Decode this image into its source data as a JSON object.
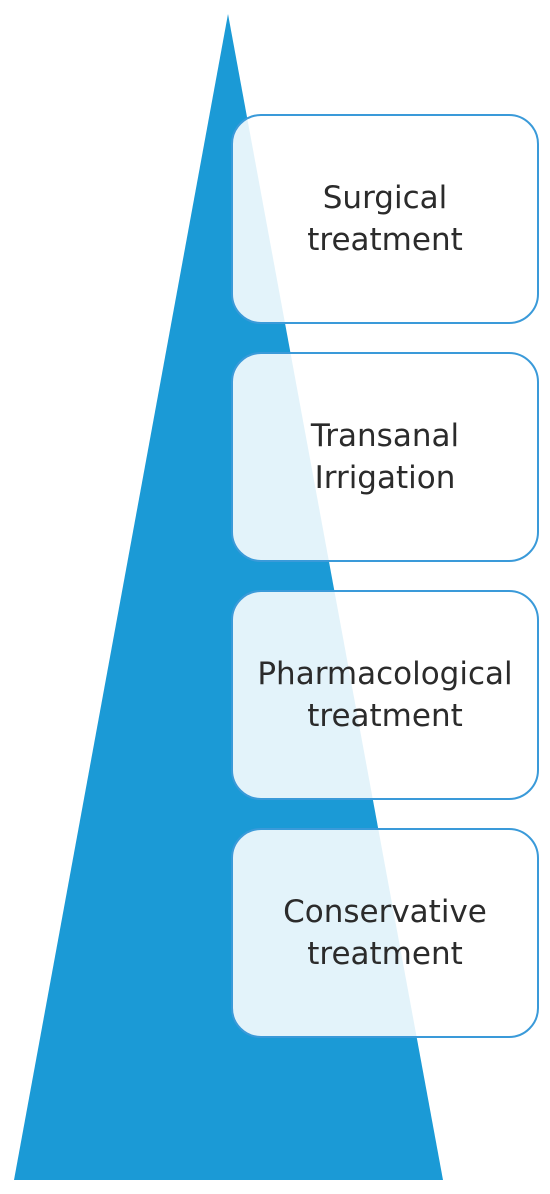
{
  "colors": {
    "pyramid": "#1b9ad6",
    "box_border": "#3a9ad9",
    "text": "#2b2b2b",
    "background": "#ffffff"
  },
  "tiers": [
    {
      "label": "Surgical\ntreatment"
    },
    {
      "label": "Transanal\nIrrigation"
    },
    {
      "label": "Pharmacological\ntreatment"
    },
    {
      "label": "Conservative\ntreatment"
    }
  ]
}
